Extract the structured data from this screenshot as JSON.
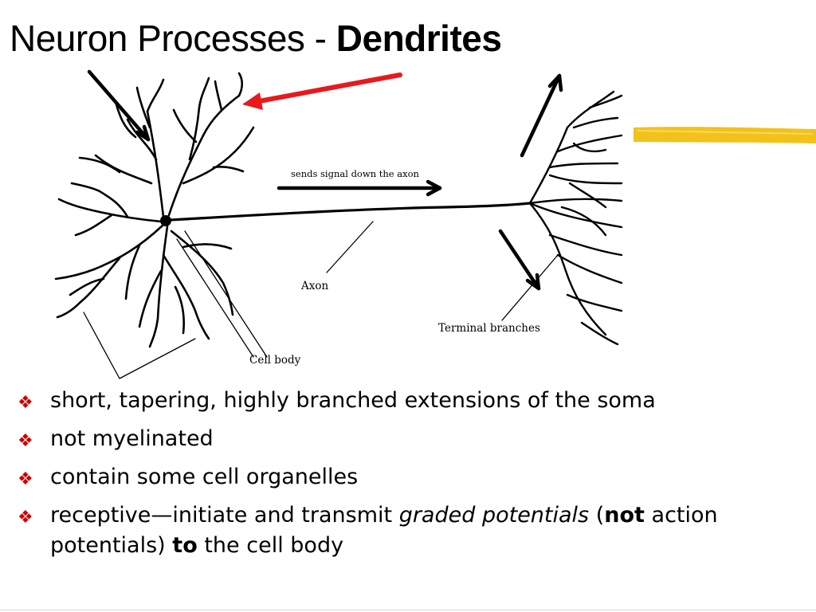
{
  "slide": {
    "title_prefix": "Neuron Processes - ",
    "title_bold": "Dendrites"
  },
  "figure": {
    "labels": {
      "arrow_caption": "sends signal down the axon",
      "axon": "Axon",
      "terminal_branches": "Terminal branches",
      "cell_body": "Cell body"
    },
    "colors": {
      "pointer_arrow": "#e8191c",
      "highlight_bar": "#f2c21b",
      "ink": "#000000"
    }
  },
  "bullets": [
    {
      "icon": "diamond-icon",
      "text": "short, tapering, highly branched extensions of the soma"
    },
    {
      "icon": "diamond-icon",
      "text": "not myelinated"
    },
    {
      "icon": "diamond-icon",
      "text": "contain some cell organelles"
    },
    {
      "icon": "diamond-icon",
      "t1": "receptive—initiate and transmit ",
      "t2": "graded potentials",
      "t3": " (",
      "t4": "not",
      "t5": " action potentials) ",
      "t6": "to",
      "t7": " the cell body"
    }
  ],
  "bullet_color": "#cc0000"
}
